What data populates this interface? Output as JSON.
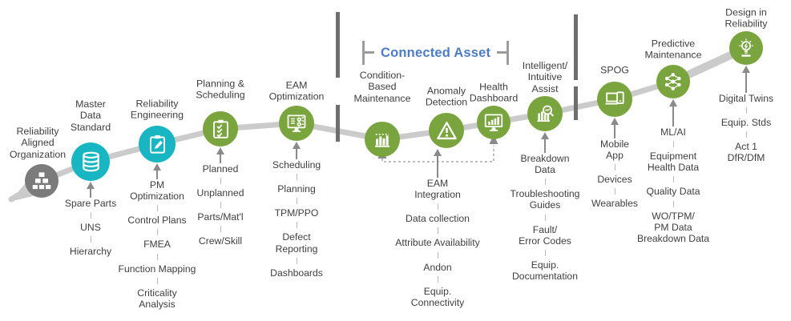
{
  "header": {
    "connected_asset_label": "Connected Asset"
  },
  "palette": {
    "teal": "#18b5c2",
    "green": "#7aa43e",
    "gray": "#7b7b7b",
    "curve": "#cbcbcb",
    "divider": "#6e6e6e",
    "text": "#3f3f3f",
    "blue": "#4a7cc9",
    "arrow": "#8a8a8a"
  },
  "stages": [
    {
      "id": "reliability-aligned-organization",
      "title": "Reliability\nAligned\nOrganization",
      "icon": "org-chart-icon",
      "color_key": "gray",
      "items": []
    },
    {
      "id": "master-data-standard",
      "title": "Master\nData\nStandard",
      "icon": "database-icon",
      "color_key": "teal",
      "items": [
        "Spare Parts",
        "UNS",
        "Hierarchy"
      ]
    },
    {
      "id": "reliability-engineering",
      "title": "Reliability\nEngineering",
      "icon": "clipboard-pen-icon",
      "color_key": "teal",
      "items": [
        "PM\nOptimization",
        "Control Plans",
        "FMEA",
        "Function Mapping",
        "Criticality\nAnalysis"
      ]
    },
    {
      "id": "planning-scheduling",
      "title": "Planning &\nScheduling",
      "icon": "checklist-icon",
      "color_key": "green",
      "items": [
        "Planned",
        "Unplanned",
        "Parts/Mat'l",
        "Crew/Skill"
      ]
    },
    {
      "id": "eam-optimization",
      "title": "EAM\nOptimization",
      "icon": "dashboard-monitor-icon",
      "color_key": "green",
      "items": [
        "Scheduling",
        "Planning",
        "TPM/PPO",
        "Defect\nReporting",
        "Dashboards"
      ]
    },
    {
      "id": "condition-based-maintenance",
      "title": "Condition-\nBased\nMaintenance",
      "icon": "bar-chart-icon",
      "color_key": "green",
      "items": []
    },
    {
      "id": "anomaly-detection",
      "title": "Anomaly\nDetection",
      "icon": "warning-triangle-icon",
      "color_key": "green",
      "items": [
        "EAM\nIntegration",
        "Data collection",
        "Attribute Availability",
        "Andon",
        "Equip.\nConnectivity"
      ]
    },
    {
      "id": "health-dashboard",
      "title": "Health\nDashboard",
      "icon": "monitor-chart-icon",
      "color_key": "green",
      "items": []
    },
    {
      "id": "intelligent-intuitive-assist",
      "title": "Intelligent/\nIntuitive\nAssist",
      "icon": "chart-magnifier-icon",
      "color_key": "green",
      "items": [
        "Breakdown\nData",
        "Troubleshooting\nGuides",
        "Fault/\nError Codes",
        "Equip.\nDocumentation"
      ]
    },
    {
      "id": "spog",
      "title": "SPOG",
      "icon": "laptop-phone-icon",
      "color_key": "green",
      "items": [
        "Mobile\nApp",
        "Devices",
        "Wearables"
      ]
    },
    {
      "id": "predictive-maintenance",
      "title": "Predictive\nMaintenance",
      "icon": "neural-network-icon",
      "color_key": "green",
      "items": [
        "ML/AI",
        "Equipment\nHealth Data",
        "Quality Data",
        "WO/TPM/\nPM Data\nBreakdown Data"
      ]
    },
    {
      "id": "design-in-reliability",
      "title": "Design in\nReliability",
      "icon": "lightbulb-icon",
      "color_key": "green",
      "items": [
        "Digital Twins",
        "Equip. Stds",
        "Act 1\nDfR/DfM"
      ]
    }
  ]
}
